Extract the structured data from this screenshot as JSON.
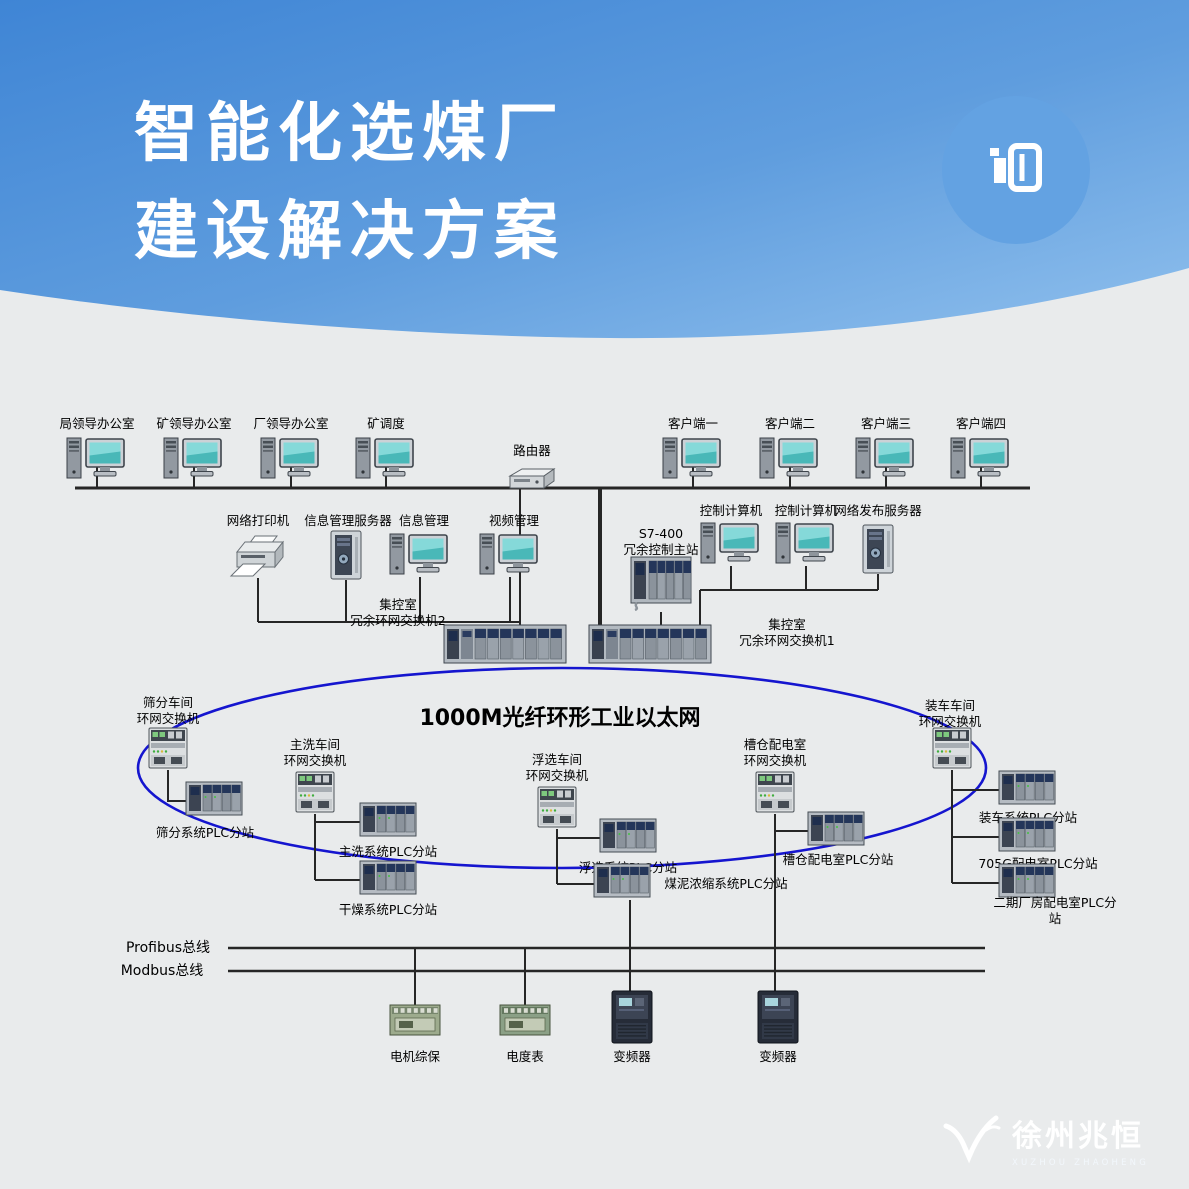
{
  "header": {
    "title_line1": "智能化选煤厂",
    "title_line2": "建设解决方案"
  },
  "ring": {
    "label": "1000M光纤环形工业以太网"
  },
  "buses": [
    {
      "id": "profibus",
      "label": "Profibus总线"
    },
    {
      "id": "modbus",
      "label": "Modbus总线"
    }
  ],
  "nodes": [
    {
      "id": "office-bureau",
      "icon": "desktop-computer-icon",
      "label": "局领导办公室"
    },
    {
      "id": "office-mine",
      "icon": "desktop-computer-icon",
      "label": "矿领导办公室"
    },
    {
      "id": "office-plant",
      "icon": "desktop-computer-icon",
      "label": "厂领导办公室"
    },
    {
      "id": "dispatch",
      "icon": "desktop-computer-icon",
      "label": "矿调度"
    },
    {
      "id": "router",
      "icon": "router-icon",
      "label": "路由器"
    },
    {
      "id": "client-1",
      "icon": "desktop-computer-icon",
      "label": "客户端一"
    },
    {
      "id": "client-2",
      "icon": "desktop-computer-icon",
      "label": "客户端二"
    },
    {
      "id": "client-3",
      "icon": "desktop-computer-icon",
      "label": "客户端三"
    },
    {
      "id": "client-4",
      "icon": "desktop-computer-icon",
      "label": "客户端四"
    },
    {
      "id": "printer",
      "icon": "network-printer-icon",
      "label": "网络打印机"
    },
    {
      "id": "info-server",
      "icon": "server-tower-icon",
      "label": "信息管理服务器"
    },
    {
      "id": "info-mgmt",
      "icon": "desktop-computer-icon",
      "label": "信息管理"
    },
    {
      "id": "video-mgmt",
      "icon": "desktop-computer-icon",
      "label": "视频管理"
    },
    {
      "id": "s7400",
      "icon": "plc-rack-icon",
      "label": [
        "S7-400",
        "冗余控制主站"
      ]
    },
    {
      "id": "ctrl-pc1",
      "icon": "desktop-computer-icon",
      "label": "控制计算机"
    },
    {
      "id": "ctrl-pc2",
      "icon": "desktop-computer-icon",
      "label": "控制计算机"
    },
    {
      "id": "web-server",
      "icon": "server-tower-icon",
      "label": "网络发布服务器"
    },
    {
      "id": "rack2",
      "icon": "plc-rack-icon",
      "label": [
        "集控室",
        "冗余环网交换机2"
      ]
    },
    {
      "id": "rack1",
      "icon": "plc-rack-icon",
      "label": [
        "集控室",
        "冗余环网交换机1"
      ]
    },
    {
      "id": "sw-screening",
      "icon": "ring-switch-icon",
      "label": [
        "筛分车间",
        "环网交换机"
      ]
    },
    {
      "id": "sw-washing",
      "icon": "ring-switch-icon",
      "label": [
        "主洗车间",
        "环网交换机"
      ]
    },
    {
      "id": "sw-flotation",
      "icon": "ring-switch-icon",
      "label": [
        "浮选车间",
        "环网交换机"
      ]
    },
    {
      "id": "sw-bunker",
      "icon": "ring-switch-icon",
      "label": [
        "槽仓配电室",
        "环网交换机"
      ]
    },
    {
      "id": "sw-loading",
      "icon": "ring-switch-icon",
      "label": [
        "装车车间",
        "环网交换机"
      ]
    },
    {
      "id": "plc-screening",
      "icon": "plc-station-icon",
      "label": "筛分系统PLC分站"
    },
    {
      "id": "plc-washing",
      "icon": "plc-station-icon",
      "label": "主洗系统PLC分站"
    },
    {
      "id": "plc-drying",
      "icon": "plc-station-icon",
      "label": "干燥系统PLC分站"
    },
    {
      "id": "plc-flotation",
      "icon": "plc-station-icon",
      "label": "浮选系统PLC分站"
    },
    {
      "id": "plc-slime",
      "icon": "plc-station-icon",
      "label": "煤泥浓缩系统PLC分站"
    },
    {
      "id": "plc-bunker",
      "icon": "plc-station-icon",
      "label": "槽仓配电室PLC分站"
    },
    {
      "id": "plc-loading",
      "icon": "plc-station-icon",
      "label": "装车系统PLC分站"
    },
    {
      "id": "plc-705g",
      "icon": "plc-station-icon",
      "label": "705G配电室PLC分站"
    },
    {
      "id": "plc-phase2",
      "icon": "plc-station-icon",
      "label": "二期厂房配电室PLC分站"
    },
    {
      "id": "motor-protect",
      "icon": "protection-relay-icon",
      "label": "电机综保"
    },
    {
      "id": "meter",
      "icon": "power-meter-icon",
      "label": "电度表"
    },
    {
      "id": "vfd1",
      "icon": "vfd-cabinet-icon",
      "label": "变频器"
    },
    {
      "id": "vfd2",
      "icon": "vfd-cabinet-icon",
      "label": "变频器"
    }
  ],
  "colors": {
    "header_blue_dark": "#3f85d5",
    "header_blue_light": "#90c0ed",
    "ring_blue": "#1515cf",
    "wire_dark": "#262626",
    "background": "#e9ebec"
  },
  "footer": {
    "brand": "徐州兆恒",
    "brand_sub": "XUZHOU ZHAOHENG"
  }
}
